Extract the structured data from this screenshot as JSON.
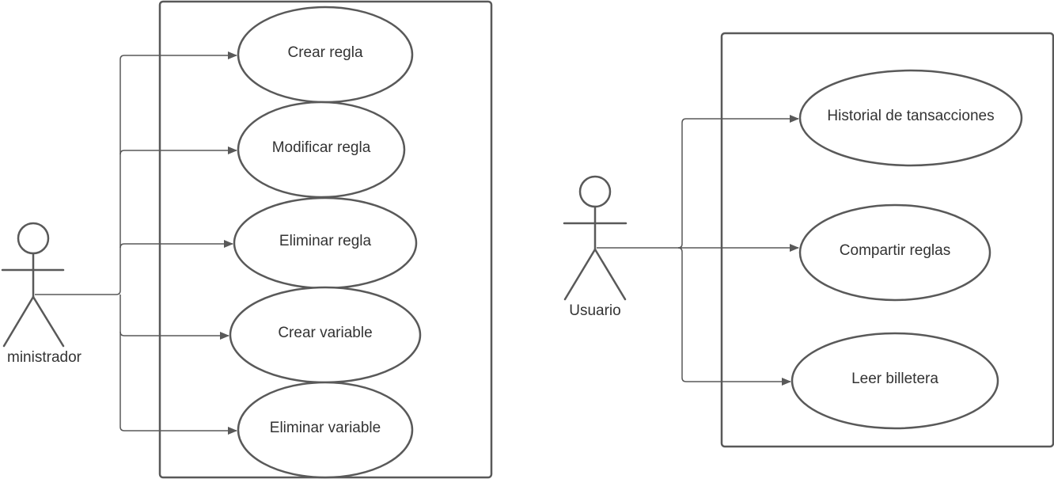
{
  "diagram": {
    "actors": [
      {
        "id": "admin",
        "label": "ministrador"
      },
      {
        "id": "user",
        "label": "Usuario"
      }
    ],
    "use_cases": [
      {
        "id": "crear-regla",
        "label": "Crear regla",
        "actor": "admin"
      },
      {
        "id": "modificar-regla",
        "label": "Modificar regla",
        "actor": "admin"
      },
      {
        "id": "eliminar-regla",
        "label": "Eliminar regla",
        "actor": "admin"
      },
      {
        "id": "crear-variable",
        "label": "Crear variable",
        "actor": "admin"
      },
      {
        "id": "eliminar-variable",
        "label": "Eliminar variable",
        "actor": "admin"
      },
      {
        "id": "historial-transacciones",
        "label": "Historial de tansacciones",
        "actor": "user"
      },
      {
        "id": "compartir-reglas",
        "label": "Compartir reglas",
        "actor": "user"
      },
      {
        "id": "leer-billetera",
        "label": "Leer billetera",
        "actor": "user"
      }
    ],
    "colors": {
      "stroke": "#595959",
      "text": "#333333",
      "background": "#ffffff"
    }
  }
}
